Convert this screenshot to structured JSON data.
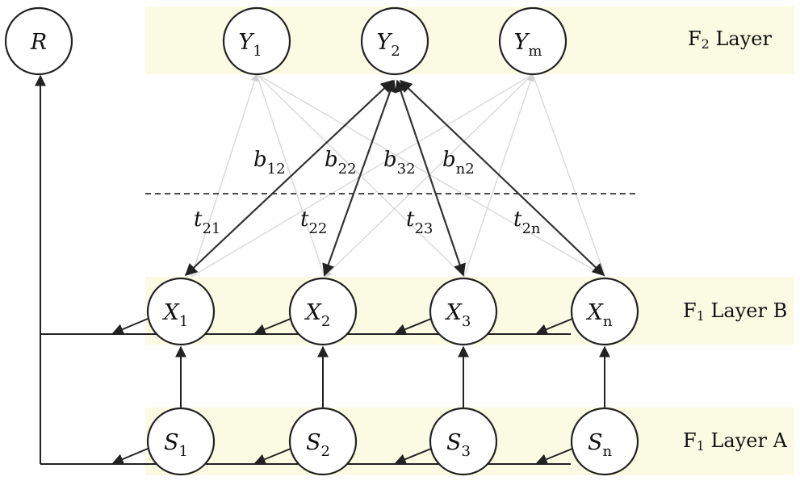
{
  "layers": {
    "f2": {
      "base": "F",
      "sub": "2",
      "rest": " Layer"
    },
    "f1b": {
      "base": "F",
      "sub": "1",
      "rest": " Layer B"
    },
    "f1a": {
      "base": "F",
      "sub": "1",
      "rest": " Layer A"
    }
  },
  "nodes": {
    "reset": {
      "base": "R",
      "sub": ""
    },
    "y": [
      {
        "base": "Y",
        "sub": "1"
      },
      {
        "base": "Y",
        "sub": "2"
      },
      {
        "base": "Y",
        "sub": "m"
      }
    ],
    "x": [
      {
        "base": "X",
        "sub": "1"
      },
      {
        "base": "X",
        "sub": "2"
      },
      {
        "base": "X",
        "sub": "3"
      },
      {
        "base": "X",
        "sub": "n"
      }
    ],
    "s": [
      {
        "base": "S",
        "sub": "1"
      },
      {
        "base": "S",
        "sub": "2"
      },
      {
        "base": "S",
        "sub": "3"
      },
      {
        "base": "S",
        "sub": "n"
      }
    ]
  },
  "weights": {
    "bottom_up": [
      {
        "base": "b",
        "sub": "12"
      },
      {
        "base": "b",
        "sub": "22"
      },
      {
        "base": "b",
        "sub": "32"
      },
      {
        "base": "b",
        "sub": "n2"
      }
    ],
    "top_down": [
      {
        "base": "t",
        "sub": "21"
      },
      {
        "base": "t",
        "sub": "22"
      },
      {
        "base": "t",
        "sub": "23"
      },
      {
        "base": "t",
        "sub": "2n"
      }
    ]
  },
  "colors": {
    "band": "#fbfbe4",
    "strong_edge": "#333333",
    "faint_edge": "#d9d9d9"
  }
}
